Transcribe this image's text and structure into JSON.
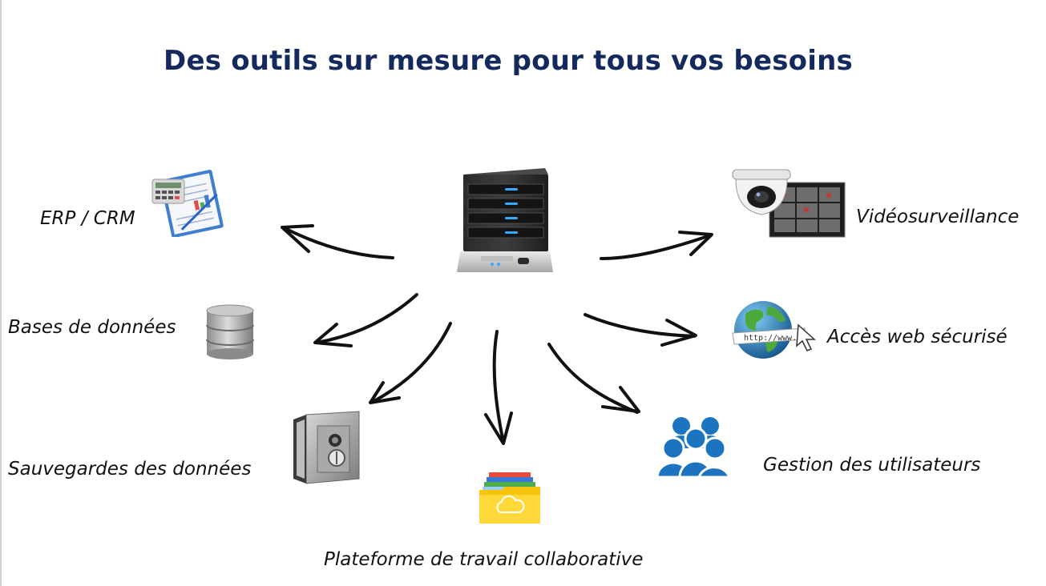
{
  "title": "Des outils sur mesure pour tous vos besoins",
  "nodes": {
    "erp": {
      "label": "ERP / CRM",
      "icon": "clipboard-calculator-icon"
    },
    "databases": {
      "label": "Bases de données",
      "icon": "database-icon"
    },
    "backups": {
      "label": "Sauvegardes des données",
      "icon": "safe-icon"
    },
    "collab": {
      "label": "Plateforme de travail collaborative",
      "icon": "cloud-folder-icon"
    },
    "users": {
      "label": "Gestion des utilisateurs",
      "icon": "users-group-icon"
    },
    "web": {
      "label": "Accès web sécurisé",
      "icon": "globe-www-icon"
    },
    "video": {
      "label": "Vidéosurveillance",
      "icon": "cctv-camera-icon"
    }
  },
  "center": {
    "icon": "server-icon"
  },
  "colors": {
    "title": "#142a5e",
    "users_icon": "#1c73c0",
    "arrow": "#111111"
  }
}
